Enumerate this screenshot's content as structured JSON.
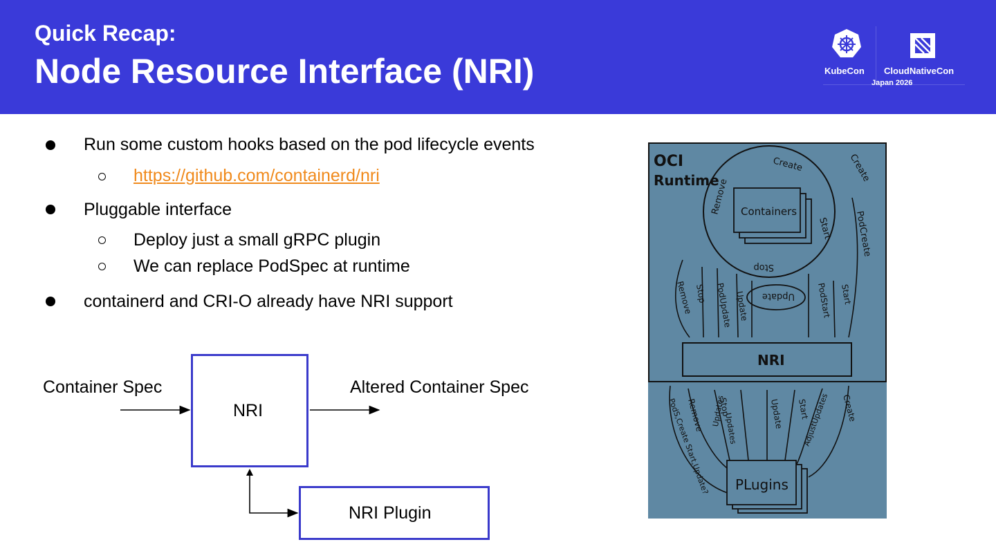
{
  "header": {
    "kicker": "Quick Recap:",
    "title": "Node Resource Interface (NRI)",
    "logo_left": "KubeCon",
    "logo_right": "CloudNativeCon",
    "logo_sub": "Japan 2026",
    "background": "#3a3ad9"
  },
  "bullets": {
    "b1": "Run some custom hooks based on the pod lifecycle events",
    "b1_link": "https://github.com/containerd/nri",
    "b2": "Pluggable interface",
    "b2_s1": "Deploy just a small gRPC plugin",
    "b2_s2": "We can replace PodSpec at runtime",
    "b3": "containerd and CRI-O already have NRI support",
    "link_color": "#f08a1c"
  },
  "diagram": {
    "input_label": "Container Spec",
    "center_label": "NRI",
    "output_label": "Altered Container Spec",
    "plugin_label": "NRI Plugin",
    "box_color": "#3a3acb"
  },
  "sketch": {
    "runtime_label_1": "OCI",
    "runtime_label_2": "Runtime",
    "containers": "Containers",
    "nri": "NRI",
    "plugins": "PLugins",
    "update": "Update",
    "arrows": {
      "create_inner": "Create",
      "create_outer": "Create",
      "remove": "Remove",
      "start": "Start",
      "stop": "Stop",
      "pod_create": "PodCreate",
      "remove_low": "Remove",
      "stop_low": "Stop",
      "pod_update": "PodUpdate",
      "update_low": "Update",
      "pod_start": "PodStart",
      "start_low": "Start",
      "bottom_1": "PodS,Create Start,Update?",
      "bottom_2": "Remove",
      "bottom_3": "Stop",
      "bottom_4": "Updates",
      "bottom_5": "Updates",
      "bottom_6": "Update",
      "bottom_7": "Start",
      "bottom_8": "AdjustUpdates",
      "bottom_9": "Create"
    },
    "background": "#5f88a3"
  }
}
